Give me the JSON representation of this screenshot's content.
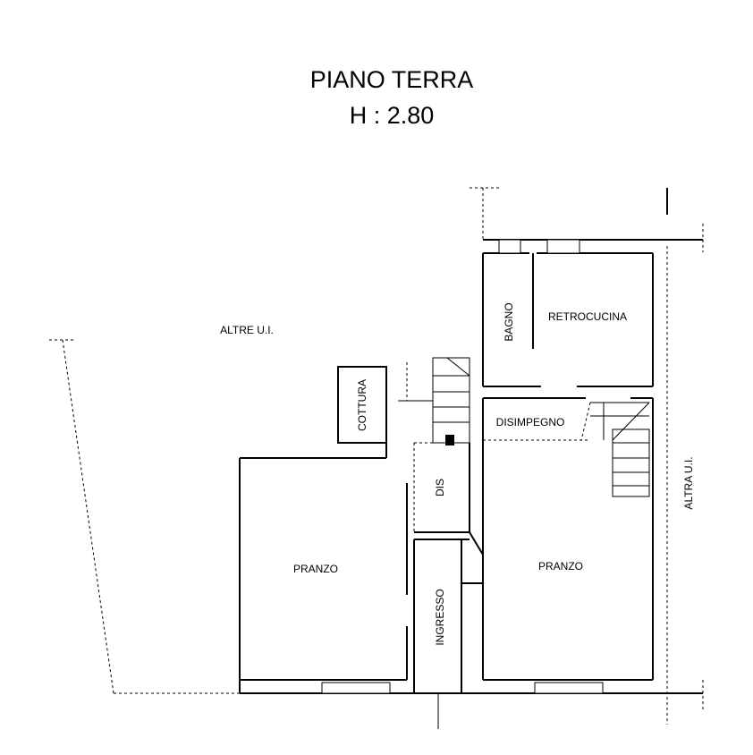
{
  "title": {
    "floor": "PIANO TERRA",
    "height": "H : 2.80"
  },
  "rooms": {
    "altre_ui": "ALTRE U.I.",
    "altra_ui": "ALTRA U.I.",
    "cottura": "COTTURA",
    "bagno": "BAGNO",
    "retrocucina": "RETROCUCINA",
    "disimpegno": "DISIMPEGNO",
    "dis": "DIS",
    "pranzo_left": "PRANZO",
    "pranzo_right": "PRANZO",
    "ingresso": "INGRESSO"
  }
}
